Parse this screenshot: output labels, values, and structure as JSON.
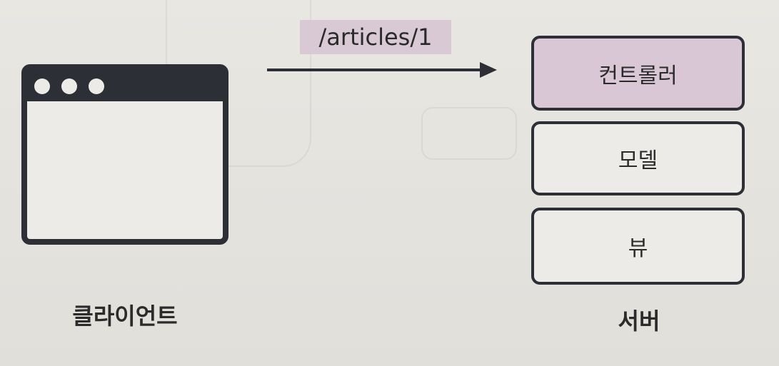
{
  "client": {
    "label": "클라이언트"
  },
  "request": {
    "path": "/articles/1"
  },
  "server": {
    "label": "서버",
    "components": [
      {
        "label": "컨트롤러",
        "highlighted": true,
        "color": "#d9c7d6"
      },
      {
        "label": "모델",
        "highlighted": false
      },
      {
        "label": "뷰",
        "highlighted": false
      }
    ]
  },
  "colors": {
    "outline": "#2c2f35",
    "highlight": "#d9c7d6",
    "request_label_bg": "#d8c9d4",
    "paper": "#e8e6e1"
  }
}
